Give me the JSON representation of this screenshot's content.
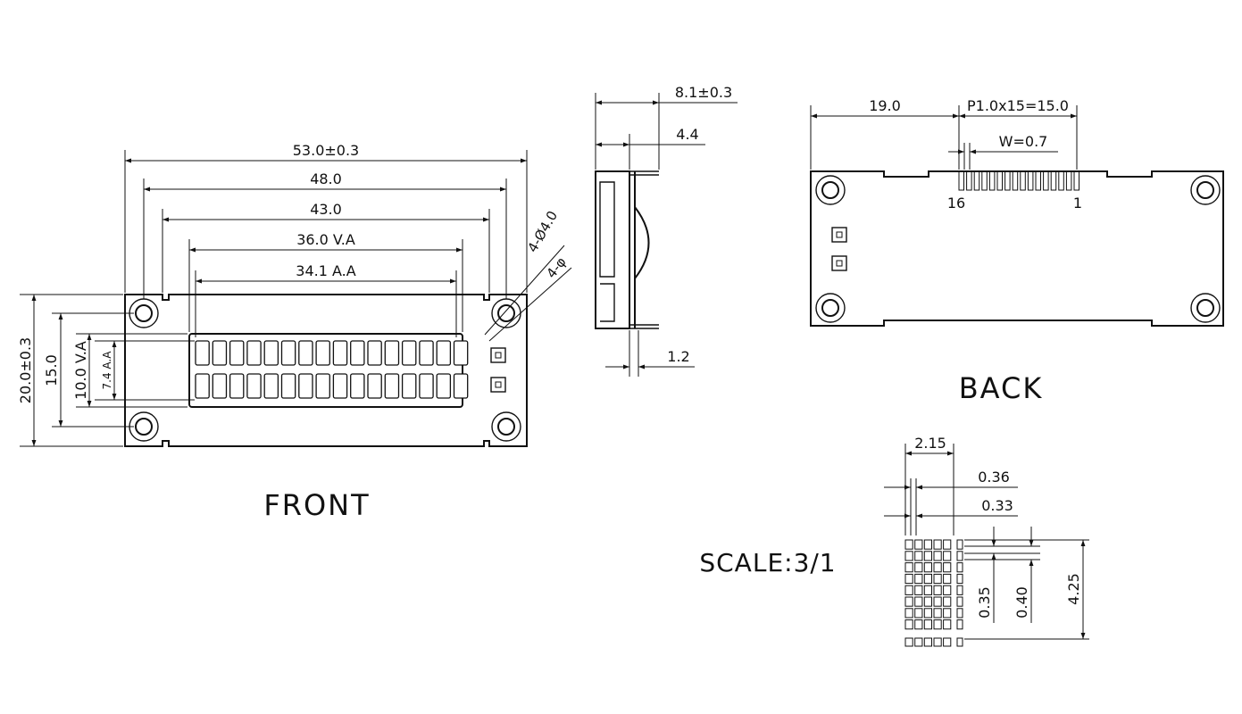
{
  "titles": {
    "front": "FRONT",
    "back": "BACK",
    "scale": "SCALE:3/1"
  },
  "front_dims": {
    "overall_width": "53.0±0.3",
    "hole_pitch_width": "48.0",
    "bezel_width": "43.0",
    "view_area_width": "36.0  V.A",
    "active_area_width": "34.1  A.A",
    "overall_height": "20.0±0.3",
    "hole_pitch_height": "15.0",
    "view_area_height": "10.0  V.A",
    "active_area_height": "7.4  A.A",
    "hole_dia": "4-Ø4.0",
    "hole_small": "4-φ"
  },
  "side_dims": {
    "depth": "8.1±0.3",
    "pcb_offset": "4.4",
    "pin_thickness": "1.2"
  },
  "back_dims": {
    "pin_offset": "19.0",
    "pin_pitch": "P1.0x15=15.0",
    "pin_width": "W=0.7",
    "pin_first": "16",
    "pin_last": "1"
  },
  "detail_dims": {
    "char_width": "2.15",
    "dot_pitch": "0.36",
    "dot_size": "0.33",
    "dot_height": "0.35",
    "dot_vpitch": "0.40",
    "char_height": "4.25"
  },
  "display": {
    "rows": 2,
    "cols": 16,
    "dot_cols": 5,
    "dot_rows": 8
  }
}
